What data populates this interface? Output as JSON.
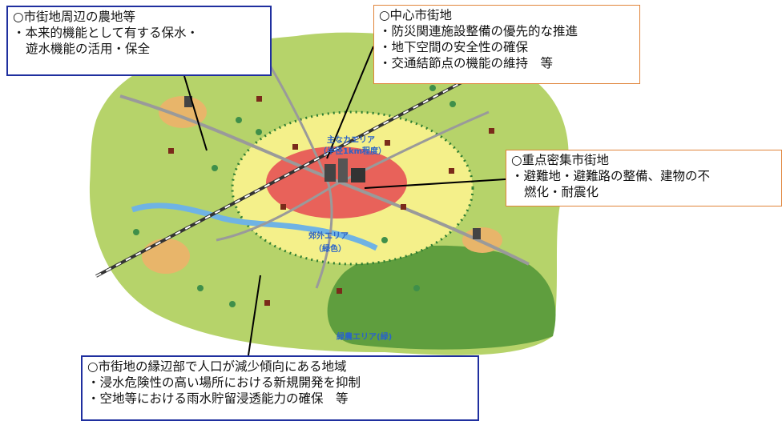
{
  "boxes": {
    "farmland": {
      "title": "○市街地周辺の農地等",
      "items": [
        "・本来的機能として有する保水・",
        "遊水機能の活用・保全"
      ]
    },
    "center": {
      "title": "○中心市街地",
      "items": [
        "・防災関連施設整備の優先的な推進",
        "・地下空間の安全性の確保",
        "・交通結節点の機能の維持　等"
      ]
    },
    "dense": {
      "title": "○重点密集市街地",
      "items": [
        "・避難地・避難路の整備、建物の不",
        "燃化・耐震化"
      ]
    },
    "fringe": {
      "title": "○市街地の縁辺部で人口が減少傾向にある地域",
      "items": [
        "・浸水危険性の高い場所における新規開発を抑制",
        "・空地等における雨水貯留浸透能力の確保　等"
      ]
    }
  },
  "map_labels": {
    "center_area": "主なカエリア",
    "center_area_sub": "（半径1km程度）",
    "outer_area": "郊外エリア",
    "outer_area_sub": "（緑色）",
    "farm_area": "緑農エリア(緑)"
  },
  "colors": {
    "ground": "#b6d36a",
    "ground_dark": "#5f9e3e",
    "yellow_zone": "#f4f08a",
    "red_zone": "#e8625a",
    "river": "#6fb3e4",
    "road": "#9a9a9a",
    "box_blue": "#1f2f9f",
    "box_orange": "#e0843a"
  }
}
